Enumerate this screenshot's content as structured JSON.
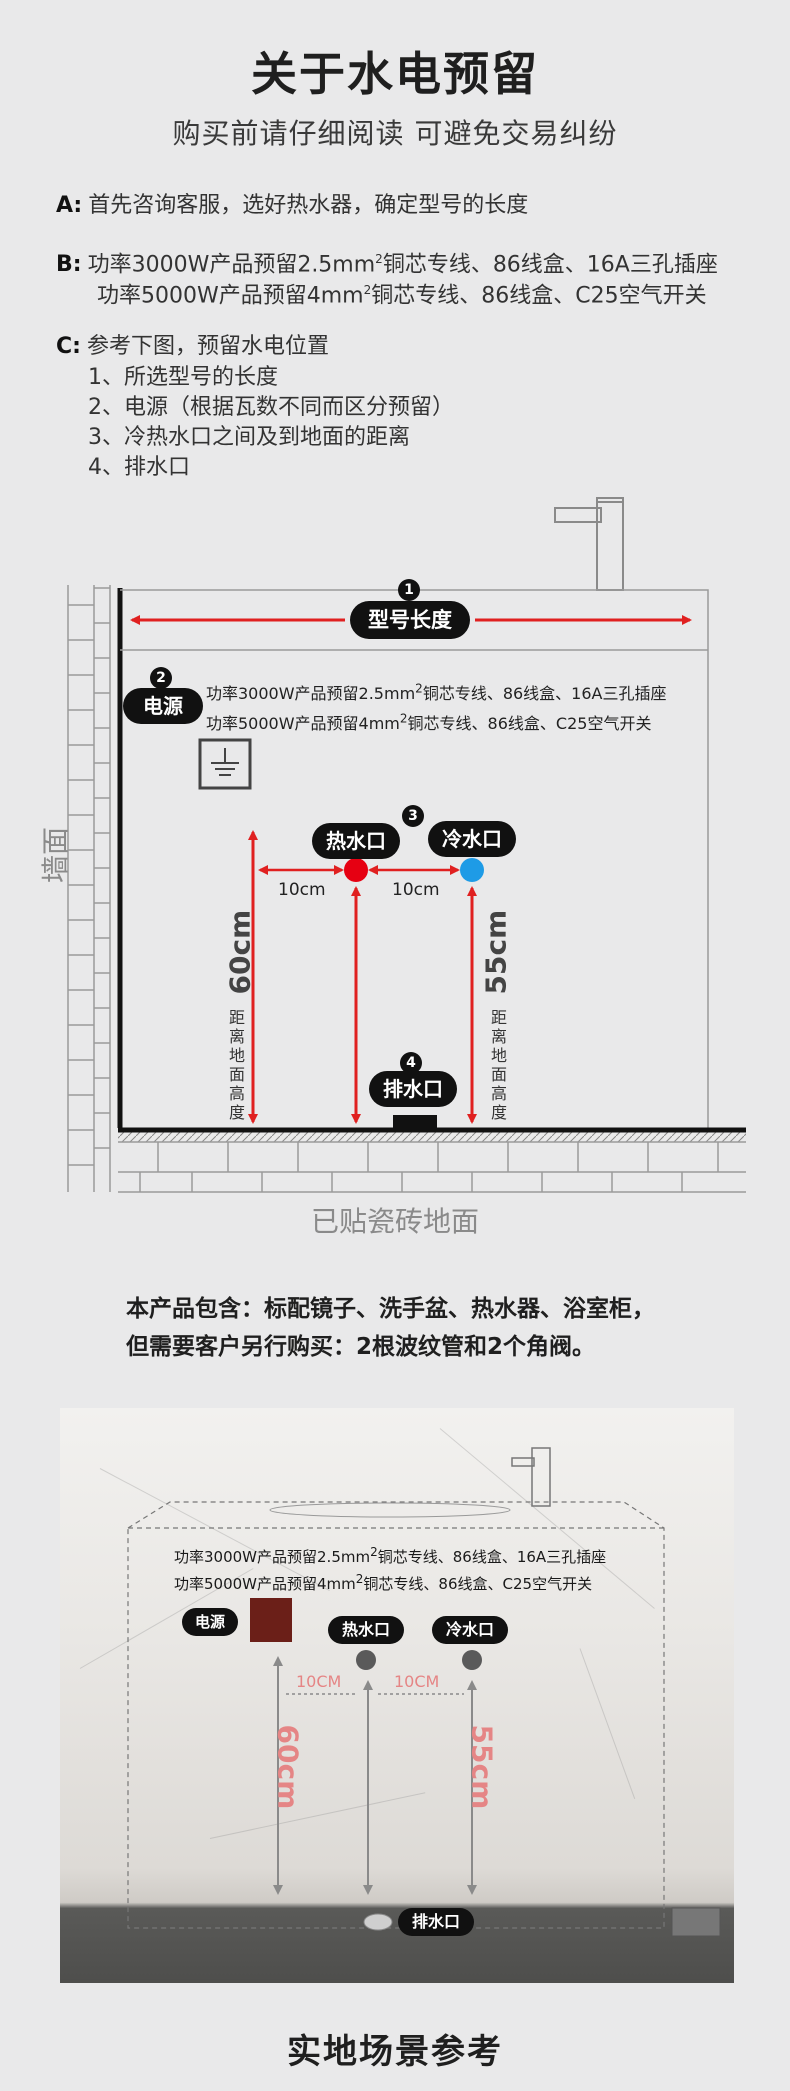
{
  "header": {
    "title": "关于水电预留",
    "subtitle": "购买前请仔细阅读 可避免交易纠纷"
  },
  "notes": {
    "a_key": "A:",
    "a_text": "首先咨询客服，选好热水器，确定型号的长度",
    "b_key": "B:",
    "b_line1_pre": "功率3000W产品预留2.5mm",
    "b_line1_post": "铜芯专线、86线盒、16A三孔插座",
    "b_line2_pre": "功率5000W产品预留4mm",
    "b_line2_post": "铜芯专线、86线盒、C25空气开关",
    "sup": "2",
    "c_key": "C:",
    "c_text": "参考下图，预留水电位置",
    "c_items": [
      "1、所选型号的长度",
      "2、电源（根据瓦数不同而区分预留）",
      "3、冷热水口之间及到地面的距离",
      "4、排水口"
    ]
  },
  "diagram": {
    "n1": "1",
    "n2": "2",
    "n3": "3",
    "n4": "4",
    "model_length": "型号长度",
    "power": "电源",
    "spec1_pre": "功率3000W产品预留2.5mm",
    "spec1_post": "铜芯专线、86线盒、16A三孔插座",
    "spec2_pre": "功率5000W产品预留4mm",
    "spec2_post": "铜芯专线、86线盒、C25空气开关",
    "hot": "热水口",
    "cold": "冷水口",
    "gap_left": "10cm",
    "gap_right": "10cm",
    "h_left": "60cm",
    "h_right": "55cm",
    "height_label": "距离地面高度",
    "drain": "排水口",
    "wall": "墙面",
    "floor": "已贴瓷砖地面",
    "colors": {
      "arrow": "#e02020",
      "hot": "#e60012",
      "cold": "#1e9be6"
    }
  },
  "includes": {
    "line1": "本产品包含：标配镜子、洗手盆、热水器、浴室柜，",
    "line2": "但需要客户另行购买：2根波纹管和2个角阀。"
  },
  "photo": {
    "spec1_pre": "功率3000W产品预留2.5mm",
    "spec1_post": "铜芯专线、86线盒、16A三孔插座",
    "spec2_pre": "功率5000W产品预留4mm",
    "spec2_post": "铜芯专线、86线盒、C25空气开关",
    "power": "电源",
    "hot": "热水口",
    "cold": "冷水口",
    "gap_left": "10CM",
    "gap_right": "10CM",
    "h_left": "60cm",
    "h_right": "55cm",
    "drain": "排水口"
  },
  "footer": {
    "title": "实地场景参考"
  }
}
